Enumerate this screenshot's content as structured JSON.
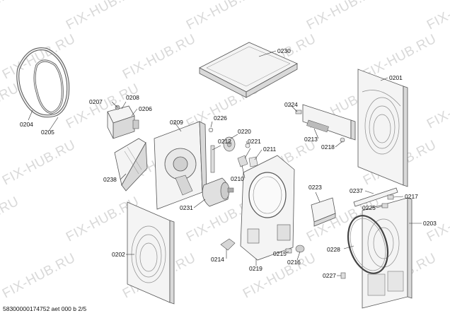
{
  "watermark": "FIX-HUB.RU",
  "footer": "58300000174752 aet 000 b 2/5",
  "parts": {
    "p0201": "0201",
    "p0202": "0202",
    "p0203": "0203",
    "p0204": "0204",
    "p0205": "0205",
    "p0206": "0206",
    "p0207": "0207",
    "p0208": "0208",
    "p0209": "0209",
    "p0210": "0210",
    "p0211": "0211",
    "p0212": "0212",
    "p0213": "0213",
    "p0214": "0214",
    "p0215": "0215",
    "p0216": "0216",
    "p0217": "0217",
    "p0218": "0218",
    "p0219": "0219",
    "p0220": "0220",
    "p0221": "0221",
    "p0223": "0223",
    "p0224": "0224",
    "p0225": "0225",
    "p0226": "0226",
    "p0227": "0227",
    "p0228": "0228",
    "p0230": "0230",
    "p0231": "0231",
    "p0237": "0237",
    "p0238": "0238"
  }
}
